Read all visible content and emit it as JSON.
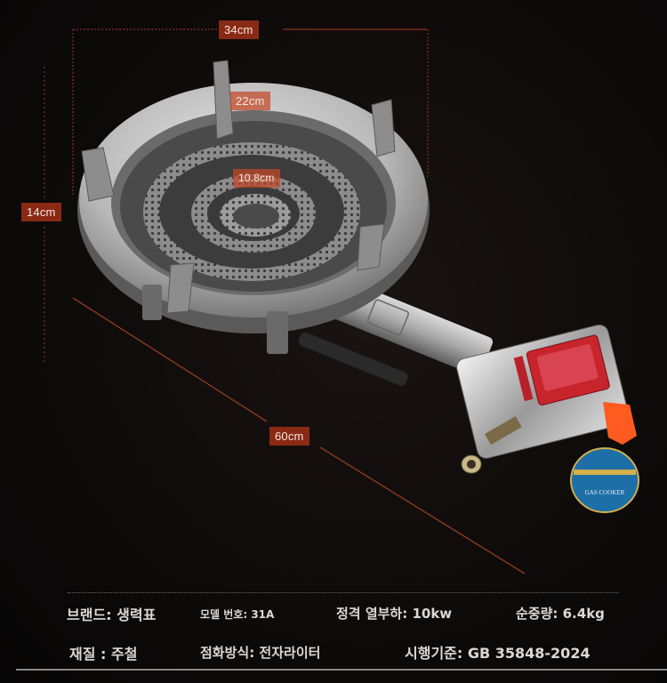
{
  "dimensions": {
    "width_outer": "34cm",
    "width_inner": "22cm",
    "burner_inner": "10.8cm",
    "height": "14cm",
    "length": "60cm"
  },
  "colors": {
    "background": "#0b0909",
    "dimension_line": "#7a2a1a",
    "label_bg": "#8a2a14",
    "text": "#dcd8d6"
  },
  "product": {
    "body_label": "GAS COOKER",
    "valve_knob_color": "#ff5a1f"
  },
  "specs": {
    "row1": [
      {
        "label": "브랜드: 생력표"
      },
      {
        "label": "모델 번호: 31A"
      },
      {
        "label": "정격 열부하: 10kw"
      },
      {
        "label": "순중량: 6.4kg"
      }
    ],
    "row2": [
      {
        "label": "재질 : 주철"
      },
      {
        "label": "점화방식: 전자라이터"
      },
      {
        "label": "시행기준: GB 35848-2024"
      }
    ]
  }
}
